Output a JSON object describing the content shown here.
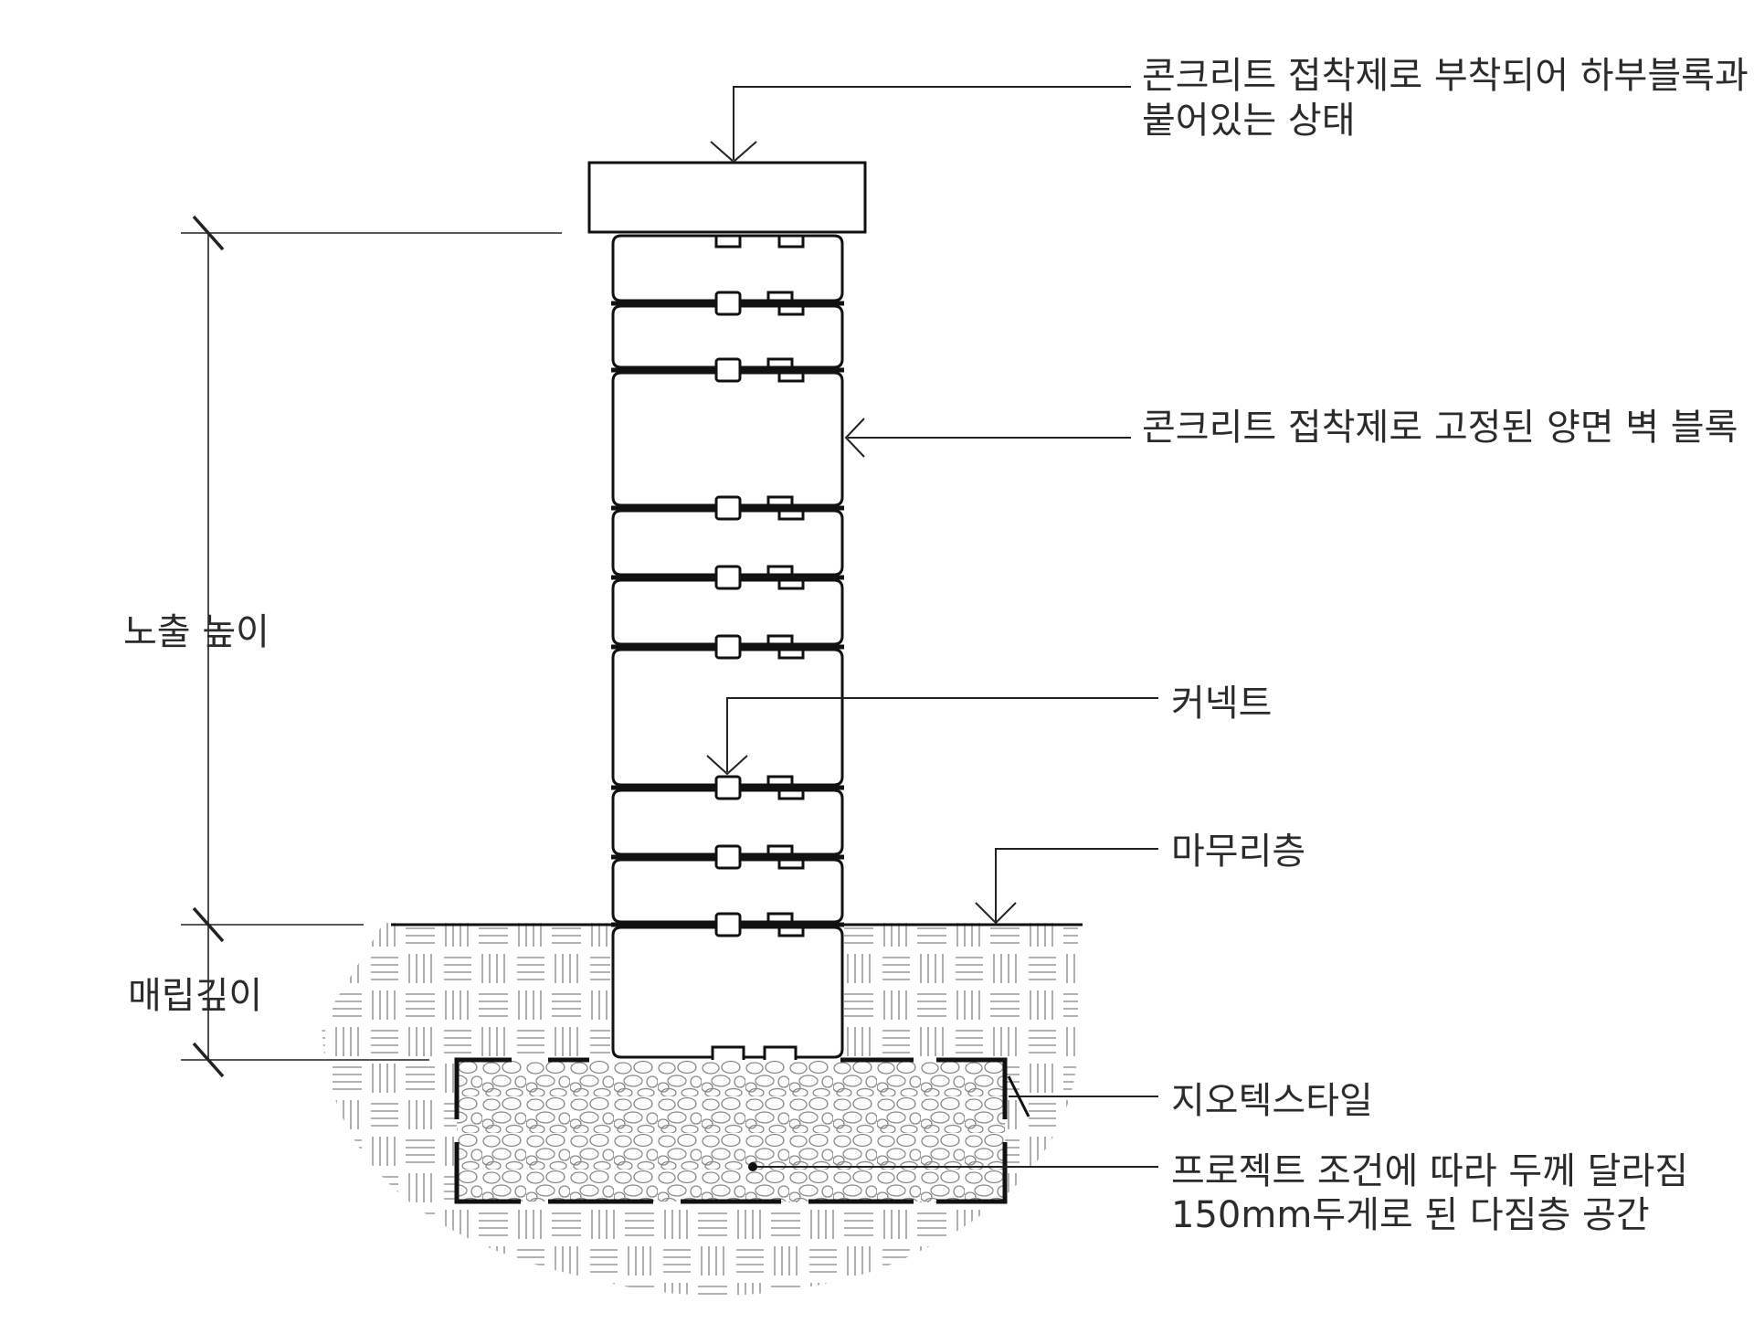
{
  "labels": {
    "cap_note": [
      "콘크리트 접착제로 부착되어 하부블록과",
      "붙어있는 상태"
    ],
    "blocks_note": "콘크리트 접착제로 고정된 양면 벽 블록",
    "connector": "커넥트",
    "finish_layer": "마무리층",
    "geotextile": "지오텍스타일",
    "base_note": [
      "프로젝트 조건에 따라 두께 달라짐",
      "150mm두게로 된 다짐층 공간"
    ],
    "exposed_height": "노출 높이",
    "embed_depth": "매립깊이"
  },
  "colors": {
    "line": "#1a1a1a",
    "text": "#2b2b2b",
    "hatch": "#999999"
  }
}
